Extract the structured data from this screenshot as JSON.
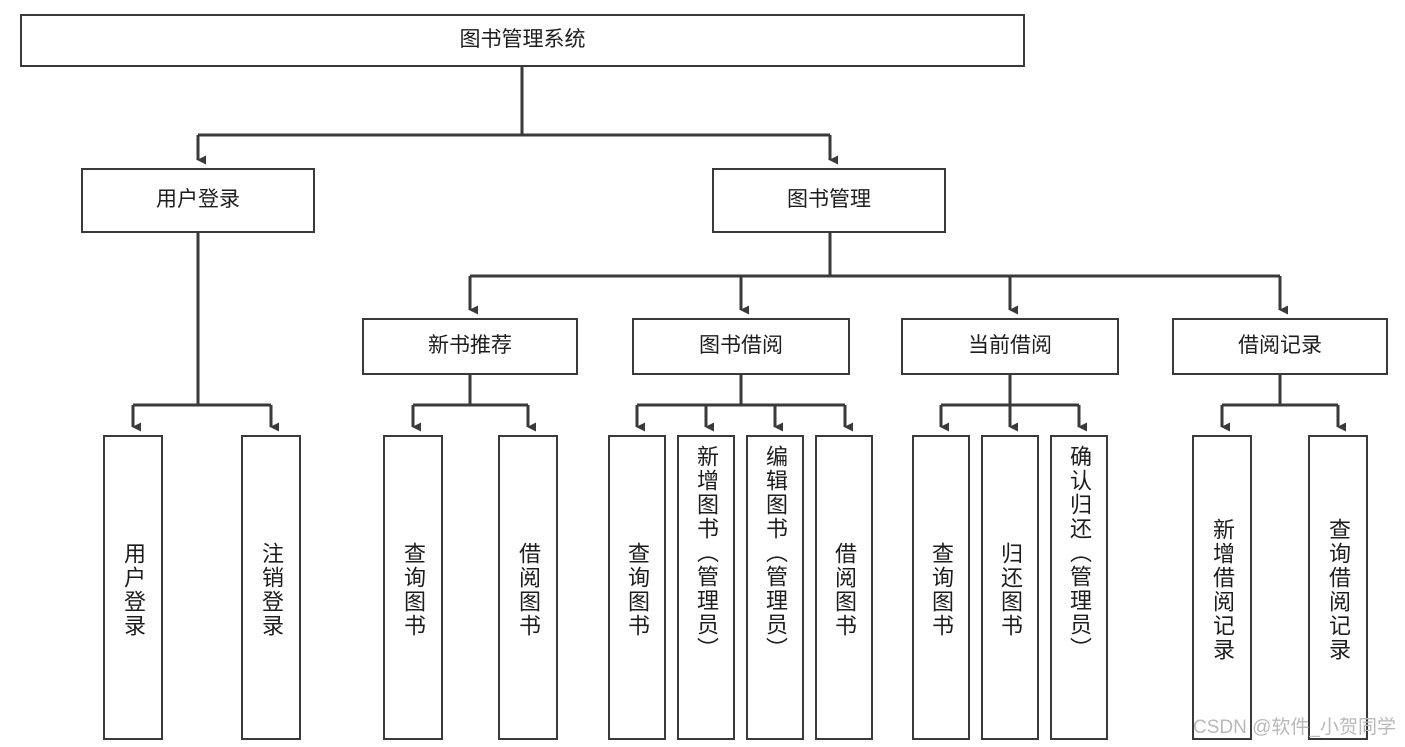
{
  "diagram": {
    "title": "图书管理系统",
    "type": "tree-structure-chart",
    "colors": {
      "box_border": "#3a3a3a",
      "box_fill": "#ffffff",
      "connector": "#3a3a3a",
      "text": "#1d1d1d",
      "watermark": "#b9b9b9",
      "background": "#ffffff"
    },
    "levels": {
      "level1": [
        {
          "id": "root",
          "label": "图书管理系统"
        }
      ],
      "level2": [
        {
          "id": "user-login",
          "label": "用户登录"
        },
        {
          "id": "book-manage",
          "label": "图书管理"
        }
      ],
      "level3": [
        {
          "id": "new-book-rec",
          "label": "新书推荐",
          "parent": "book-manage"
        },
        {
          "id": "book-borrow",
          "label": "图书借阅",
          "parent": "book-manage"
        },
        {
          "id": "current-borrow",
          "label": "当前借阅",
          "parent": "book-manage"
        },
        {
          "id": "borrow-record",
          "label": "借阅记录",
          "parent": "book-manage"
        }
      ],
      "level4": [
        {
          "id": "leaf-user-login",
          "label": "用户登录",
          "parent": "user-login"
        },
        {
          "id": "leaf-logout",
          "label": "注销登录",
          "parent": "user-login"
        },
        {
          "id": "leaf-query-book-1",
          "label": "查询图书",
          "parent": "new-book-rec"
        },
        {
          "id": "leaf-borrow-book-1",
          "label": "借阅图书",
          "parent": "new-book-rec"
        },
        {
          "id": "leaf-query-book-2",
          "label": "查询图书",
          "parent": "book-borrow"
        },
        {
          "id": "leaf-add-book",
          "label": "新增图书（管理员）",
          "parent": "book-borrow"
        },
        {
          "id": "leaf-edit-book",
          "label": "编辑图书（管理员）",
          "parent": "book-borrow"
        },
        {
          "id": "leaf-borrow-book-2",
          "label": "借阅图书",
          "parent": "book-borrow"
        },
        {
          "id": "leaf-query-book-3",
          "label": "查询图书",
          "parent": "current-borrow"
        },
        {
          "id": "leaf-return-book",
          "label": "归还图书",
          "parent": "current-borrow"
        },
        {
          "id": "leaf-confirm-return",
          "label": "确认归还（管理员）",
          "parent": "current-borrow"
        },
        {
          "id": "leaf-add-record",
          "label": "新增借阅记录",
          "parent": "borrow-record"
        },
        {
          "id": "leaf-query-record",
          "label": "查询借阅记录",
          "parent": "borrow-record"
        }
      ]
    }
  },
  "watermark": {
    "text": "CSDN @软件_小贺同学"
  }
}
